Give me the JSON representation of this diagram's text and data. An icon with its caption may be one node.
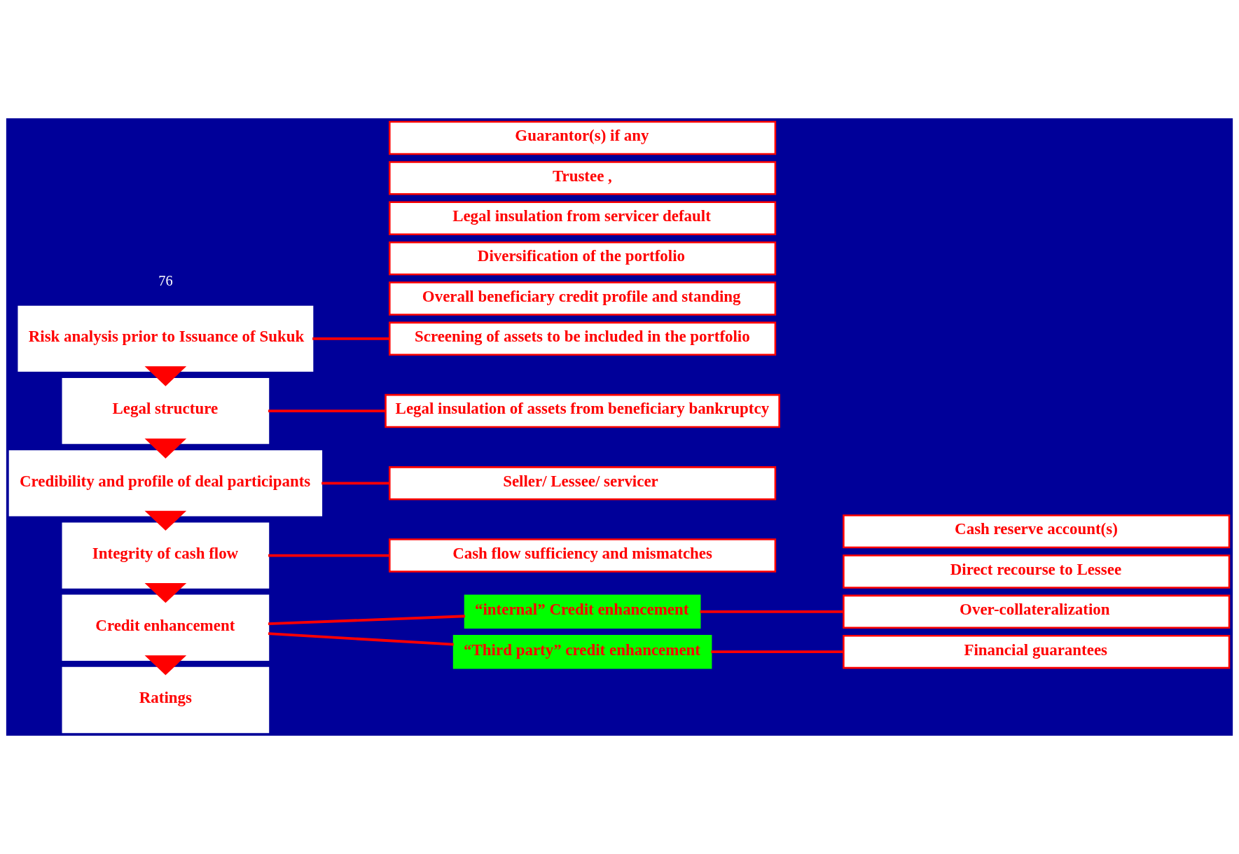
{
  "diagram": {
    "nodes": [
      {
        "text": [
          "Risk analysis prior to Issuance of Sukuk"
        ]
      },
      {
        "text": [
          "Overall beneficiary credit profile and standing"
        ]
      },
      {
        "text": [
          "Screening of assets to be included in the portfolio"
        ]
      },
      {
        "text": [
          "Diversification of the portfolio"
        ]
      },
      {
        "text": [
          "Legal structure"
        ]
      },
      {
        "text": [
          "Legal insulation of assets from beneficiary bankruptcy"
        ]
      },
      {
        "text": [
          "Legal insulation from servicer default"
        ]
      },
      {
        "text": [
          "Credibility and profile of deal participants"
        ]
      },
      {
        "text": [
          "Seller/ Lessee/ servicer"
        ]
      },
      {
        "text": [
          "Trustee ,"
        ]
      },
      {
        "text": [
          "Guarantor(s) if any"
        ]
      },
      {
        "text": [
          "Integrity of cash flow"
        ]
      },
      {
        "text": [
          "Cash flow sufficiency and mismatches"
        ]
      },
      {
        "text": [
          "Credit enhancement"
        ]
      },
      {
        "text": [
          "“internal” Credit enhancement"
        ]
      },
      {
        "text": [
          "Direct recourse to Lessee"
        ]
      },
      {
        "text": [
          "Over-collateralization"
        ]
      },
      {
        "text": [
          "Cash reserve account(s)"
        ]
      },
      {
        "text": [
          "“Third party” credit enhancement"
        ]
      },
      {
        "text": [
          "Financial guarantees"
        ]
      },
      {
        "text": [
          "Ratings"
        ]
      }
    ],
    "edges": [
      {
        "from": 0,
        "to": 2,
        "arrow": "none"
      },
      {
        "from": 0,
        "to": 4,
        "arrow": "to",
        "style": "thick"
      },
      {
        "from": 4,
        "to": 5,
        "arrow": "none"
      },
      {
        "from": 4,
        "to": 7,
        "arrow": "to",
        "style": "thick"
      },
      {
        "from": 7,
        "to": 8,
        "arrow": "none"
      },
      {
        "from": 7,
        "to": 11,
        "arrow": "to",
        "style": "thick"
      },
      {
        "from": 11,
        "to": 12,
        "arrow": "none"
      },
      {
        "from": 11,
        "to": 13,
        "arrow": "to",
        "style": "thick"
      },
      {
        "from": 13,
        "to": 14,
        "arrow": "none"
      },
      {
        "from": 13,
        "to": 18,
        "arrow": "none"
      },
      {
        "from": 14,
        "to": 16,
        "arrow": "none"
      },
      {
        "from": 18,
        "to": 19,
        "arrow": "none"
      },
      {
        "from": 13,
        "to": 20,
        "arrow": "to",
        "style": "thick"
      }
    ],
    "labels": [
      "76"
    ]
  }
}
